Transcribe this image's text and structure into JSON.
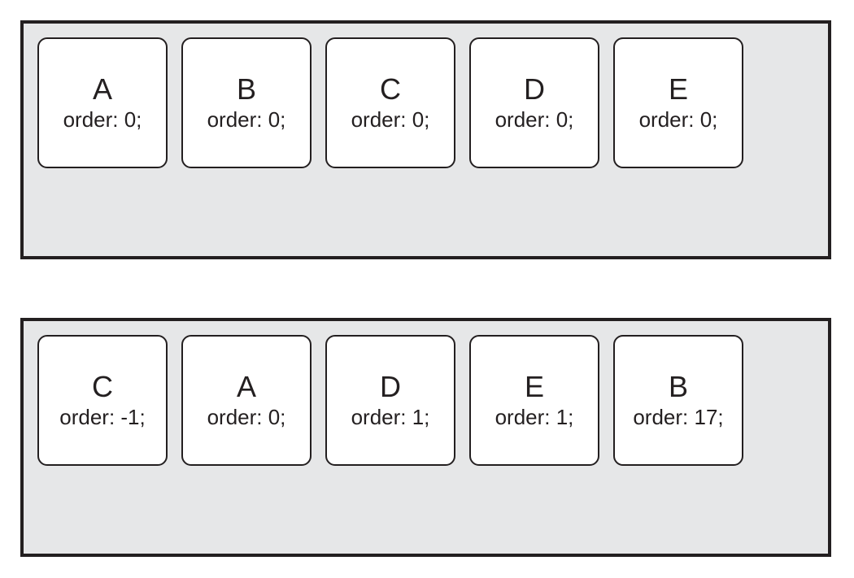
{
  "panels": [
    {
      "items": [
        {
          "letter": "A",
          "order": "order: 0;"
        },
        {
          "letter": "B",
          "order": "order: 0;"
        },
        {
          "letter": "C",
          "order": "order: 0;"
        },
        {
          "letter": "D",
          "order": "order: 0;"
        },
        {
          "letter": "E",
          "order": "order: 0;"
        }
      ]
    },
    {
      "items": [
        {
          "letter": "C",
          "order": "order: -1;"
        },
        {
          "letter": "A",
          "order": "order: 0;"
        },
        {
          "letter": "D",
          "order": "order: 1;"
        },
        {
          "letter": "E",
          "order": "order: 1;"
        },
        {
          "letter": "B",
          "order": "order: 17;"
        }
      ]
    }
  ],
  "colors": {
    "panel_background": "#e6e7e8",
    "border": "#231f20",
    "card_background": "#ffffff",
    "text": "#231f20"
  }
}
